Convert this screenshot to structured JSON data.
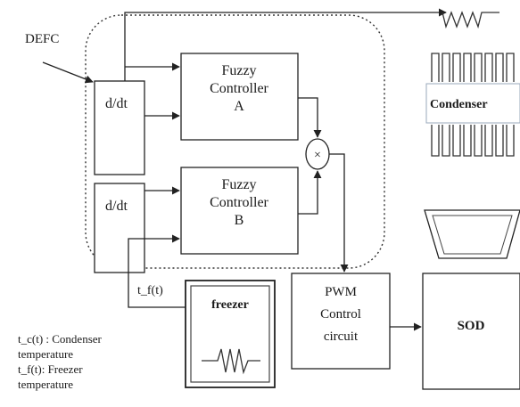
{
  "defc_label": "DEFC",
  "blocks": {
    "ddt_a": "d/dt",
    "ddt_b": "d/dt",
    "fuzzy_a": [
      "Fuzzy",
      "Controller",
      "A"
    ],
    "fuzzy_b": [
      "Fuzzy",
      "Controller",
      "B"
    ],
    "multiplier": "×",
    "pwm": [
      "PWM",
      "Control",
      "circuit"
    ],
    "sod": "SOD",
    "condenser": "Condenser",
    "freezer": "freezer"
  },
  "signal_label": "t_f(t)",
  "legend": [
    "t_c(t) : Condenser",
    "temperature",
    "t_f(t): Freezer",
    "temperature"
  ]
}
